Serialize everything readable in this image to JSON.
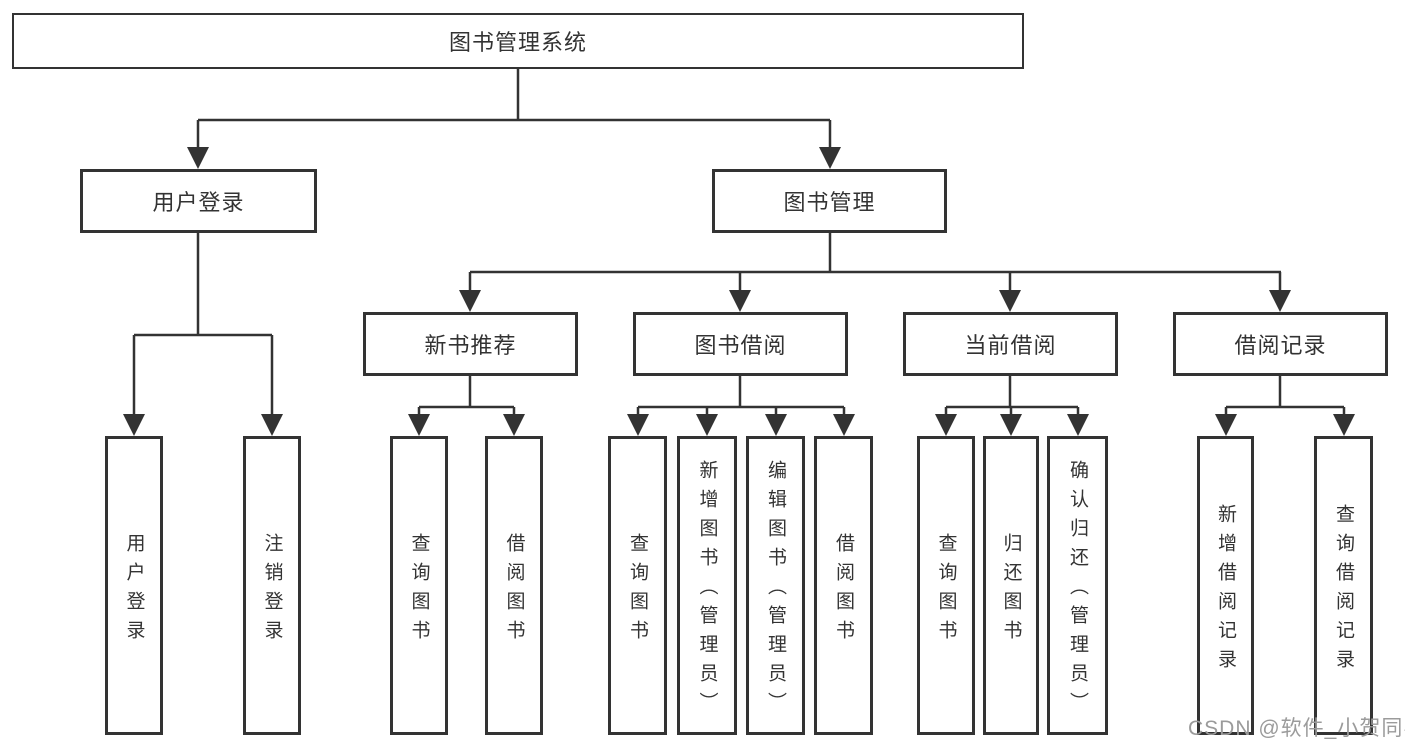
{
  "diagram": {
    "root": {
      "label": "图书管理系统"
    },
    "level2": [
      {
        "label": "用户登录"
      },
      {
        "label": "图书管理"
      }
    ],
    "level3": [
      {
        "label": "新书推荐"
      },
      {
        "label": "图书借阅"
      },
      {
        "label": "当前借阅"
      },
      {
        "label": "借阅记录"
      }
    ],
    "leaves": {
      "user_login": [
        {
          "label": "用户登录"
        },
        {
          "label": "注销登录"
        }
      ],
      "new_book_recommend": [
        {
          "label": "查询图书"
        },
        {
          "label": "借阅图书"
        }
      ],
      "book_borrowing": [
        {
          "label": "查询图书"
        },
        {
          "label": "新增图书（管理员）"
        },
        {
          "label": "编辑图书（管理员）"
        },
        {
          "label": "借阅图书"
        }
      ],
      "current_borrowing": [
        {
          "label": "查询图书"
        },
        {
          "label": "归还图书"
        },
        {
          "label": "确认归还（管理员）"
        }
      ],
      "borrowing_records": [
        {
          "label": "新增借阅记录"
        },
        {
          "label": "查询借阅记录"
        }
      ]
    },
    "watermark": "CSDN @软件_小贺同学",
    "colors": {
      "line": "#333333",
      "text": "#333333",
      "watermark": "#9b9b9b",
      "background": "#ffffff"
    }
  }
}
